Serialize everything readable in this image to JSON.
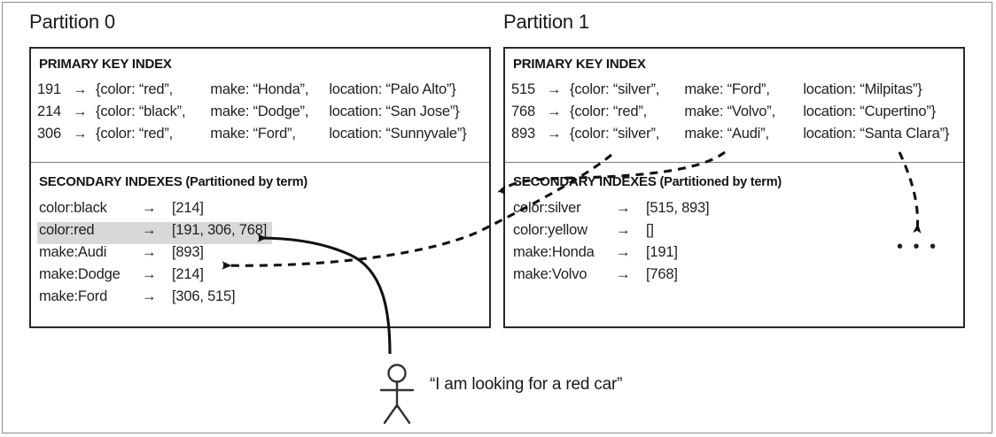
{
  "partitions": [
    {
      "title": "Partition 0",
      "primary_index": {
        "heading": "PRIMARY KEY INDEX",
        "rows": [
          {
            "key": "191",
            "arrow": "→",
            "open": "{",
            "color": "color: “red”,",
            "make": "make: “Honda”,",
            "location": "location: “Palo Alto”}"
          },
          {
            "key": "214",
            "arrow": "→",
            "open": "{",
            "color": "color: “black”,",
            "make": "make: “Dodge”,",
            "location": "location: “San Jose”}"
          },
          {
            "key": "306",
            "arrow": "→",
            "open": "{",
            "color": "color: “red”,",
            "make": "make: “Ford”,",
            "location": "location: “Sunnyvale”}"
          }
        ]
      },
      "secondary_index": {
        "heading": "SECONDARY INDEXES (Partitioned by term)",
        "heading_main": "SECONDARY INDEXES",
        "heading_sub": " (Partitioned by term)",
        "rows": [
          {
            "term": "color:black",
            "arrow": "→",
            "postings": "[214]",
            "highlighted": false
          },
          {
            "term": "color:red",
            "arrow": "→",
            "postings": "[191, 306, 768]",
            "highlighted": true
          },
          {
            "term": "make:Audi",
            "arrow": "→",
            "postings": "[893]",
            "highlighted": false
          },
          {
            "term": "make:Dodge",
            "arrow": "→",
            "postings": "[214]",
            "highlighted": false
          },
          {
            "term": "make:Ford",
            "arrow": "→",
            "postings": "[306, 515]",
            "highlighted": false
          }
        ]
      }
    },
    {
      "title": "Partition 1",
      "primary_index": {
        "heading": "PRIMARY KEY INDEX",
        "rows": [
          {
            "key": "515",
            "arrow": "→",
            "open": "{",
            "color": "color: “silver”,",
            "make": "make: “Ford”,",
            "location": "location: “Milpitas”}"
          },
          {
            "key": "768",
            "arrow": "→",
            "open": "{",
            "color": "color: “red”,",
            "make": "make: “Volvo”,",
            "location": "location: “Cupertino”}"
          },
          {
            "key": "893",
            "arrow": "→",
            "open": "{",
            "color": "color: “silver”,",
            "make": "make: “Audi”,",
            "location": "location: “Santa Clara”}"
          }
        ]
      },
      "secondary_index": {
        "heading": "SECONDARY INDEXES (Partitioned by term)",
        "heading_main": "SECONDARY INDEXES",
        "heading_sub": " (Partitioned by term)",
        "rows": [
          {
            "term": "color:silver",
            "arrow": "→",
            "postings": "[515, 893]",
            "highlighted": false
          },
          {
            "term": "color:yellow",
            "arrow": "→",
            "postings": "[]",
            "highlighted": false
          },
          {
            "term": "make:Honda",
            "arrow": "→",
            "postings": "[191]",
            "highlighted": false
          },
          {
            "term": "make:Volvo",
            "arrow": "→",
            "postings": "[768]",
            "highlighted": false
          }
        ],
        "ellipsis": "• • •"
      }
    }
  ],
  "user": {
    "quote": "“I am looking for a red car”",
    "icon": "stick-figure"
  },
  "colors": {
    "highlight_row_bg": "#d8d8d8",
    "box_border": "#2a2a2a",
    "outer_frame": "#8e8e8e",
    "text": "#1f1f1f"
  }
}
